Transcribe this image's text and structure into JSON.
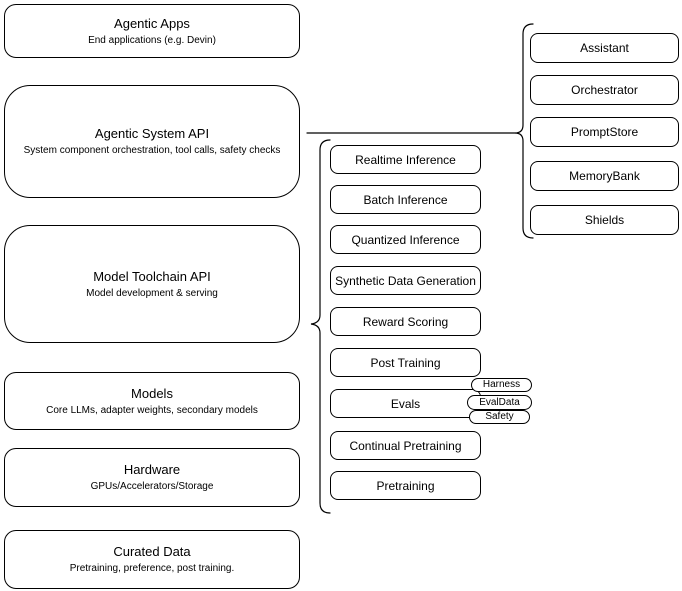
{
  "colors": {
    "stroke": "#000000",
    "background": "#ffffff",
    "text": "#000000"
  },
  "left_stack": [
    {
      "title": "Agentic Apps",
      "subtitle": "End applications (e.g. Devin)"
    },
    {
      "title": "Agentic System API",
      "subtitle": "System component orchestration, tool calls, safety checks"
    },
    {
      "title": "Model Toolchain API",
      "subtitle": "Model development & serving"
    },
    {
      "title": "Models",
      "subtitle": "Core LLMs, adapter weights, secondary models"
    },
    {
      "title": "Hardware",
      "subtitle": "GPUs/Accelerators/Storage"
    },
    {
      "title": "Curated Data",
      "subtitle": "Pretraining, preference, post training."
    }
  ],
  "toolchain_items": [
    {
      "label": "Realtime Inference"
    },
    {
      "label": "Batch Inference"
    },
    {
      "label": "Quantized Inference"
    },
    {
      "label": "Synthetic Data Generation"
    },
    {
      "label": "Reward Scoring"
    },
    {
      "label": "Post Training"
    },
    {
      "label": "Evals"
    },
    {
      "label": "Continual Pretraining"
    },
    {
      "label": "Pretraining"
    }
  ],
  "eval_tags": [
    {
      "label": "Harness"
    },
    {
      "label": "EvalData"
    },
    {
      "label": "Safety"
    }
  ],
  "system_components": [
    {
      "label": "Assistant"
    },
    {
      "label": "Orchestrator"
    },
    {
      "label": "PromptStore"
    },
    {
      "label": "MemoryBank"
    },
    {
      "label": "Shields"
    }
  ]
}
